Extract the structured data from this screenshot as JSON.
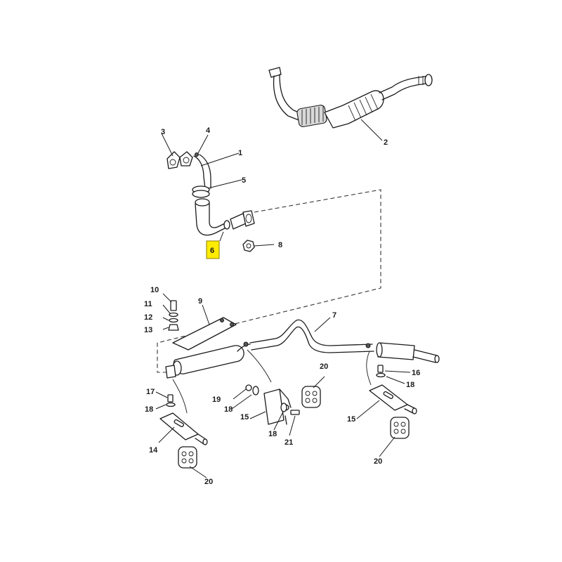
{
  "callouts": [
    {
      "id": "c1",
      "text": "1"
    },
    {
      "id": "c2",
      "text": "2"
    },
    {
      "id": "c3",
      "text": "3"
    },
    {
      "id": "c4",
      "text": "4"
    },
    {
      "id": "c5",
      "text": "5"
    },
    {
      "id": "c6",
      "text": "6",
      "highlighted": true
    },
    {
      "id": "c7",
      "text": "7"
    },
    {
      "id": "c8",
      "text": "8"
    },
    {
      "id": "c9",
      "text": "9"
    },
    {
      "id": "c10",
      "text": "10"
    },
    {
      "id": "c11",
      "text": "11"
    },
    {
      "id": "c12",
      "text": "12"
    },
    {
      "id": "c13",
      "text": "13"
    },
    {
      "id": "c14",
      "text": "14"
    },
    {
      "id": "c15a",
      "text": "15"
    },
    {
      "id": "c15b",
      "text": "15"
    },
    {
      "id": "c16",
      "text": "16"
    },
    {
      "id": "c17",
      "text": "17"
    },
    {
      "id": "c18a",
      "text": "18"
    },
    {
      "id": "c18b",
      "text": "18"
    },
    {
      "id": "c18c",
      "text": "18"
    },
    {
      "id": "c18d",
      "text": "18"
    },
    {
      "id": "c19",
      "text": "19"
    },
    {
      "id": "c20a",
      "text": "20"
    },
    {
      "id": "c20b",
      "text": "20"
    },
    {
      "id": "c20c",
      "text": "20"
    },
    {
      "id": "c21",
      "text": "21"
    }
  ],
  "highlight_color": "#ffec00"
}
